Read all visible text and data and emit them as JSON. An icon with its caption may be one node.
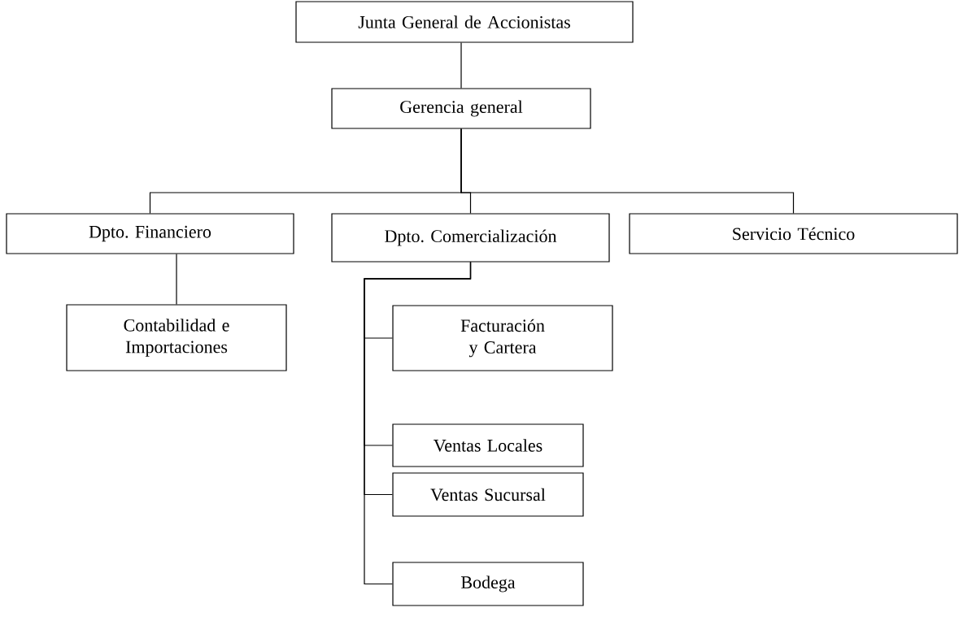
{
  "diagram": {
    "nodes": [
      {
        "text": [
          "Junta General de Accionistas"
        ]
      },
      {
        "text": [
          "Gerencia general"
        ]
      },
      {
        "text": [
          "Dpto. Financiero"
        ]
      },
      {
        "text": [
          "Dpto. Comercialización"
        ]
      },
      {
        "text": [
          "Servicio Técnico"
        ]
      },
      {
        "text": [
          "Contabilidad e Importaciones"
        ]
      },
      {
        "text": [
          "Facturación y Cartera"
        ]
      },
      {
        "text": [
          "Ventas Locales"
        ]
      },
      {
        "text": [
          "Ventas Sucursal"
        ]
      },
      {
        "text": [
          "Bodega"
        ]
      }
    ],
    "edges": [
      {
        "from": 0,
        "to": 1,
        "arrow": "none"
      },
      {
        "from": 1,
        "to": 2,
        "arrow": "none"
      },
      {
        "from": 1,
        "to": 3,
        "arrow": "none"
      },
      {
        "from": 1,
        "to": 4,
        "arrow": "none"
      },
      {
        "from": 2,
        "to": 5,
        "arrow": "none"
      },
      {
        "from": 3,
        "to": 6,
        "arrow": "none"
      },
      {
        "from": 3,
        "to": 7,
        "arrow": "none"
      },
      {
        "from": 3,
        "to": 8,
        "arrow": "none"
      },
      {
        "from": 3,
        "to": 9,
        "arrow": "none"
      }
    ]
  }
}
